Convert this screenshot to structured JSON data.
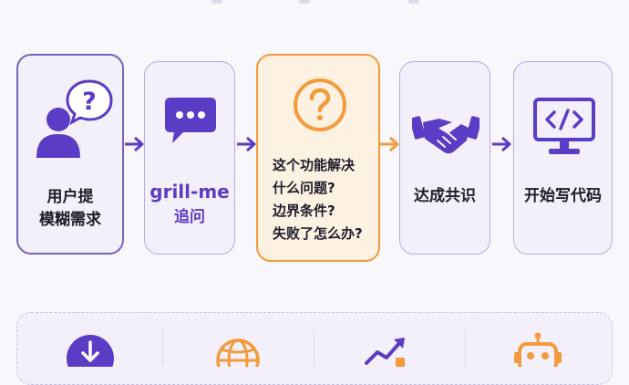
{
  "colors": {
    "purple": "#5b3cc4",
    "purple_border": "#b9a9e0",
    "orange": "#f39b3c",
    "card_bg": "#f3f0fb",
    "highlight_bg": "#fdf1e2",
    "text": "#1c1c2b"
  },
  "flow": {
    "steps": [
      {
        "icon": "person-question-icon",
        "lines": [
          "用户提",
          "模糊需求"
        ]
      },
      {
        "icon": "chat-bubble-icon",
        "title": "grill-me",
        "subtitle": "追问"
      },
      {
        "icon": "question-circle-icon",
        "lines": [
          "这个功能解决",
          "什么问题?",
          "边界条件?",
          "失败了怎么办?"
        ],
        "highlighted": true
      },
      {
        "icon": "handshake-icon",
        "lines": [
          "达成共识"
        ]
      },
      {
        "icon": "monitor-code-icon",
        "lines": [
          "开始写代码"
        ]
      }
    ]
  },
  "bottom": {
    "icons": [
      "download-circle-icon",
      "globe-icon",
      "growth-chart-icon",
      "robot-icon"
    ]
  }
}
